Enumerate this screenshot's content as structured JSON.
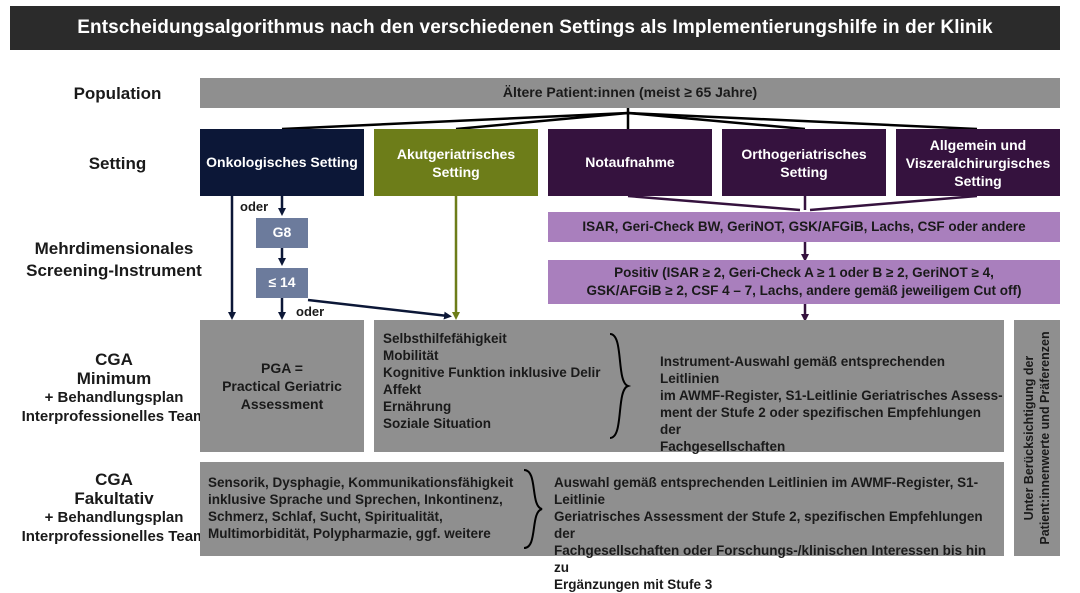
{
  "header": {
    "title": "Entscheidungsalgorithmus nach den verschiedenen Settings als Implementierungshilfe in der Klinik"
  },
  "rows": {
    "population": "Population",
    "setting": "Setting",
    "screening": [
      "Mehrdimensionales",
      "Screening-Instrument"
    ],
    "cga_min": {
      "line1": "CGA",
      "line2": "Minimum",
      "line3": "+ Behandlungsplan",
      "line4": "Interprofessionelles Team"
    },
    "cga_fak": {
      "line1": "CGA",
      "line2": "Fakultativ",
      "line3": "+ Behandlungsplan",
      "line4": "Interprofessionelles Team"
    }
  },
  "population_box": "Ältere Patient:innen (meist ≥ 65 Jahre)",
  "settings": {
    "onko": "Onkologisches Setting",
    "akut": [
      "Akutgeriatrisches",
      "Setting"
    ],
    "notaufnahme": "Notaufnahme",
    "ortho": [
      "Orthogeriatrisches",
      "Setting"
    ],
    "allgemein": [
      "Allgemein und",
      "Viszeralchirurgisches",
      "Setting"
    ]
  },
  "screening": {
    "g8": "G8",
    "le14": "≤ 14",
    "oder1": "oder",
    "oder2": "oder",
    "instruments": "ISAR, Geri-Check BW, GeriNOT, GSK/AFGiB, Lachs, CSF oder andere",
    "positiv": [
      "Positiv (ISAR ≥ 2, Geri-Check A ≥ 1 oder B ≥ 2, GeriNOT ≥ 4,",
      "GSK/AFGiB ≥ 2, CSF 4 – 7, Lachs, andere gemäß jeweiligem Cut off)"
    ]
  },
  "cga_min": {
    "pga": [
      "PGA =",
      "Practical Geriatric",
      "Assessment"
    ],
    "domains": [
      "Selbsthilfefähigkeit",
      "Mobilität",
      "Kognitive Funktion inklusive Delir",
      "Affekt",
      "Ernährung",
      "Soziale Situation"
    ],
    "instrument_text": [
      "Instrument-Auswahl gemäß entsprechenden Leitlinien",
      "im AWMF-Register, S1-Leitlinie Geriatrisches Assess-",
      "ment der Stufe 2 oder spezifischen Empfehlungen der",
      "Fachgesellschaften"
    ]
  },
  "cga_fak": {
    "domains": [
      "Sensorik, Dysphagie, Kommunikationsfähigkeit",
      "inklusive Sprache und Sprechen, Inkontinenz,",
      "Schmerz, Schlaf, Sucht, Spiritualität,",
      "Multimorbidität, Polypharmazie, ggf. weitere"
    ],
    "auswahl_text": [
      "Auswahl gemäß entsprechenden Leitlinien im AWMF-Register, S1-Leitlinie",
      "Geriatrisches Assessment der Stufe 2, spezifischen Empfehlungen der",
      "Fachgesellschaften oder Forschungs-/klinischen Interessen bis hin zu",
      "Ergänzungen mit Stufe 3"
    ]
  },
  "side_note": [
    "Unter Berücksichtigung der",
    "Patient:innenwerte und Präferenzen"
  ],
  "colors": {
    "grey": "#8f8f8f",
    "navy": "#0c1737",
    "olive": "#6d7d19",
    "plum": "#35123e",
    "lilac": "#a97fbd",
    "slate": "#6c7b9c",
    "header": "#2b2b2b"
  }
}
